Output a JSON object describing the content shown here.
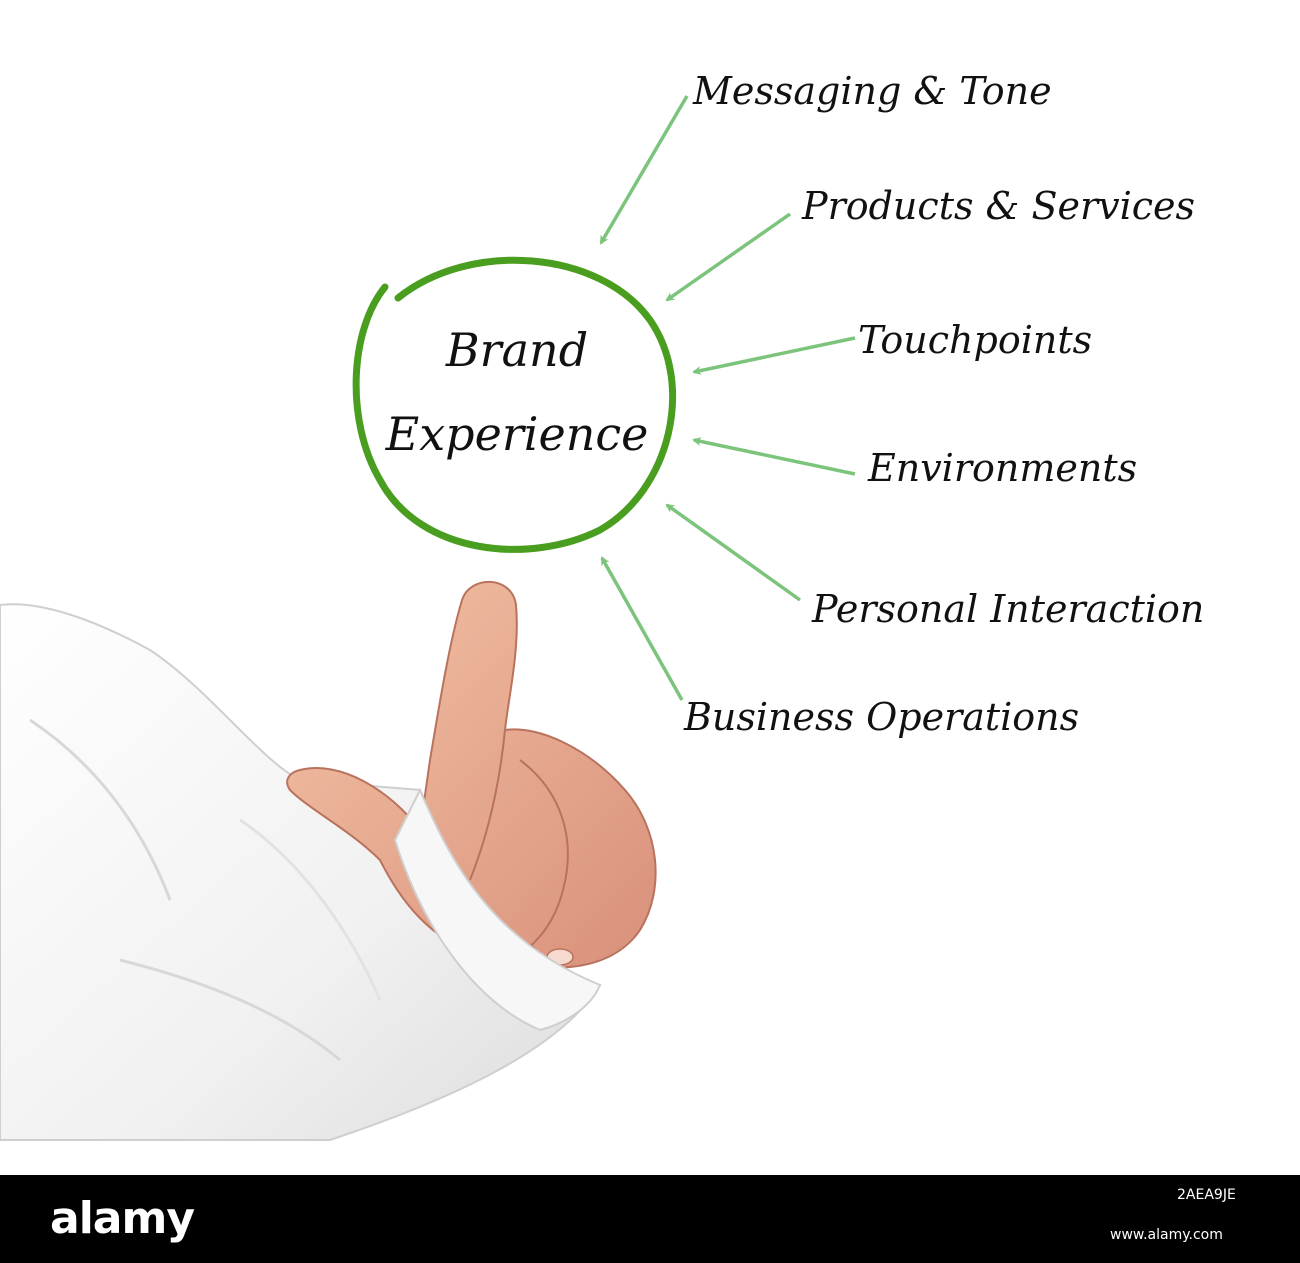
{
  "diagram": {
    "center": {
      "line1": "Brand",
      "line2": "Experience"
    },
    "items": [
      {
        "label": "Messaging & Tone"
      },
      {
        "label": "Products & Services"
      },
      {
        "label": "Touchpoints"
      },
      {
        "label": "Environments"
      },
      {
        "label": "Personal Interaction"
      },
      {
        "label": "Business Operations"
      }
    ],
    "colors": {
      "circle": "#4a9e1f",
      "arrow": "#7cc47c",
      "text": "#111111"
    }
  },
  "photo": {
    "subject": "hand-pointing-icon"
  },
  "footer": {
    "logo": "alamy",
    "image_id": "2AEA9JE",
    "url": "www.alamy.com"
  }
}
